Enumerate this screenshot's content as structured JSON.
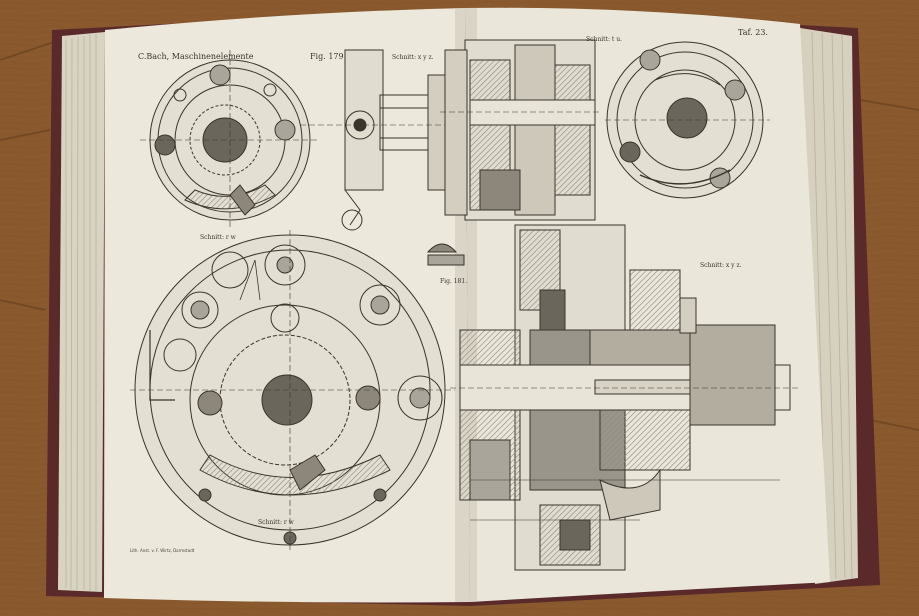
{
  "colors": {
    "table": "#8a5a2e",
    "paper": "#ece8dc",
    "cover": "#5a2a2a",
    "ink": "#3a352c",
    "hatch": "#9a958a"
  },
  "left_page": {
    "header": "C.Bach, Maschinenelemente",
    "figure_label": "Fig. 179.",
    "section_top": "Schnitt: x y z.",
    "section_mid": "Schnitt: r w",
    "section_bottom": "Schnitt: r w",
    "printer_credit": "Lith. Anst. v. F. Wirtz, Darmstadt"
  },
  "right_page": {
    "plate_number": "Taf. 23.",
    "section_top": "Schnitt: t u.",
    "section_right": "Schnitt: x y z.",
    "figure_label": "Fig. 181."
  }
}
